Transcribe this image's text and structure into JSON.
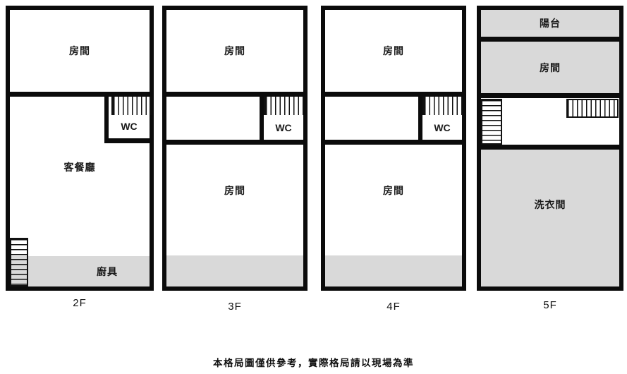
{
  "caption": "本格局圖僅供參考，實際格局請以現場為準",
  "colors": {
    "wall": "#0b0b0b",
    "room_fill_gray": "#d9d9d9",
    "background": "#ffffff"
  },
  "floors": {
    "f2": {
      "label": "2F",
      "rooms": {
        "bedroom": "房間",
        "wc": "WC",
        "living_dining": "客餐廳",
        "kitchen": "廚具"
      }
    },
    "f3": {
      "label": "3F",
      "rooms": {
        "bedroom_top": "房間",
        "wc": "WC",
        "bedroom_bottom": "房間"
      }
    },
    "f4": {
      "label": "4F",
      "rooms": {
        "bedroom_top": "房間",
        "wc": "WC",
        "bedroom_bottom": "房間"
      }
    },
    "f5": {
      "label": "5F",
      "rooms": {
        "balcony": "陽台",
        "bedroom": "房間",
        "laundry": "洗衣間"
      }
    }
  }
}
